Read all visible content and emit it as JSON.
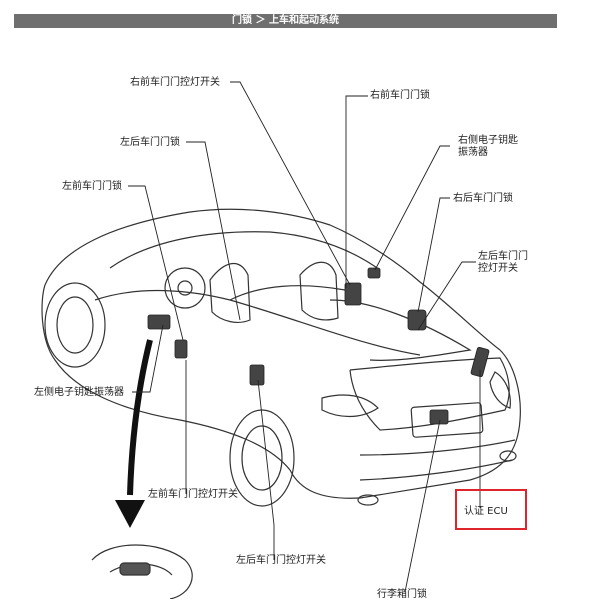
{
  "header": {
    "title": "门锁 ＞ 上车和起动系统"
  },
  "labels": {
    "rf_courtesy_switch": "右前车门门控灯开关",
    "rf_door_lock": "右前车门门锁",
    "lr_door_lock": "左后车门门锁",
    "rh_key_oscillator": "右侧电子钥匙振荡器",
    "lf_door_lock": "左前车门门锁",
    "rr_door_lock": "右后车门门锁",
    "lr_courtesy_switch": "左后车门门控灯开关",
    "lh_key_oscillator": "左侧电子钥匙振荡器",
    "lf_courtesy_switch": "左前车门门控灯开关",
    "lr_courtesy_switch_bottom": "左后车门门控灯开关",
    "certification_ecu": "认证 ECU",
    "trunk_lock": "行李箱门锁"
  },
  "colors": {
    "header_bg": "#6f6f6f",
    "highlight": "#e0242c"
  }
}
